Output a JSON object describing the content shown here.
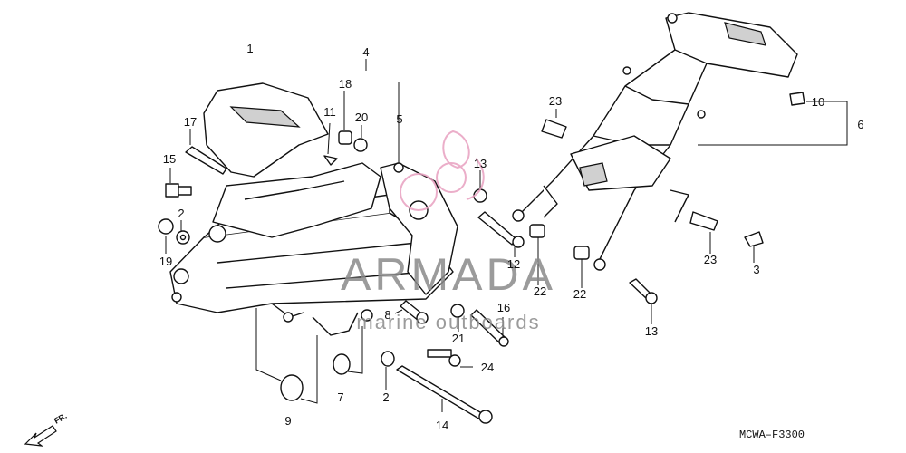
{
  "labels": {
    "l1": "1",
    "l4": "4",
    "l18": "18",
    "l11": "11",
    "l20": "20",
    "l5": "5",
    "l17": "17",
    "l15": "15",
    "l2a": "2",
    "l19": "19",
    "l13a": "13",
    "l23a": "23",
    "l10": "10",
    "l6": "6",
    "l23b": "23",
    "l3": "3",
    "l12": "12",
    "l22a": "22",
    "l22b": "22",
    "l16": "16",
    "l8": "8",
    "l21": "21",
    "l13b": "13",
    "l24": "24",
    "l9": "9",
    "l7": "7",
    "l2b": "2",
    "l14": "14"
  },
  "watermark": {
    "brand": "ARMADA",
    "tagline": "marine outboards",
    "brand_color": "#8a8a8a",
    "logo_color": "#e8a0c0"
  },
  "diagram_code": "MCWA–F3300",
  "direction_label": "FR."
}
